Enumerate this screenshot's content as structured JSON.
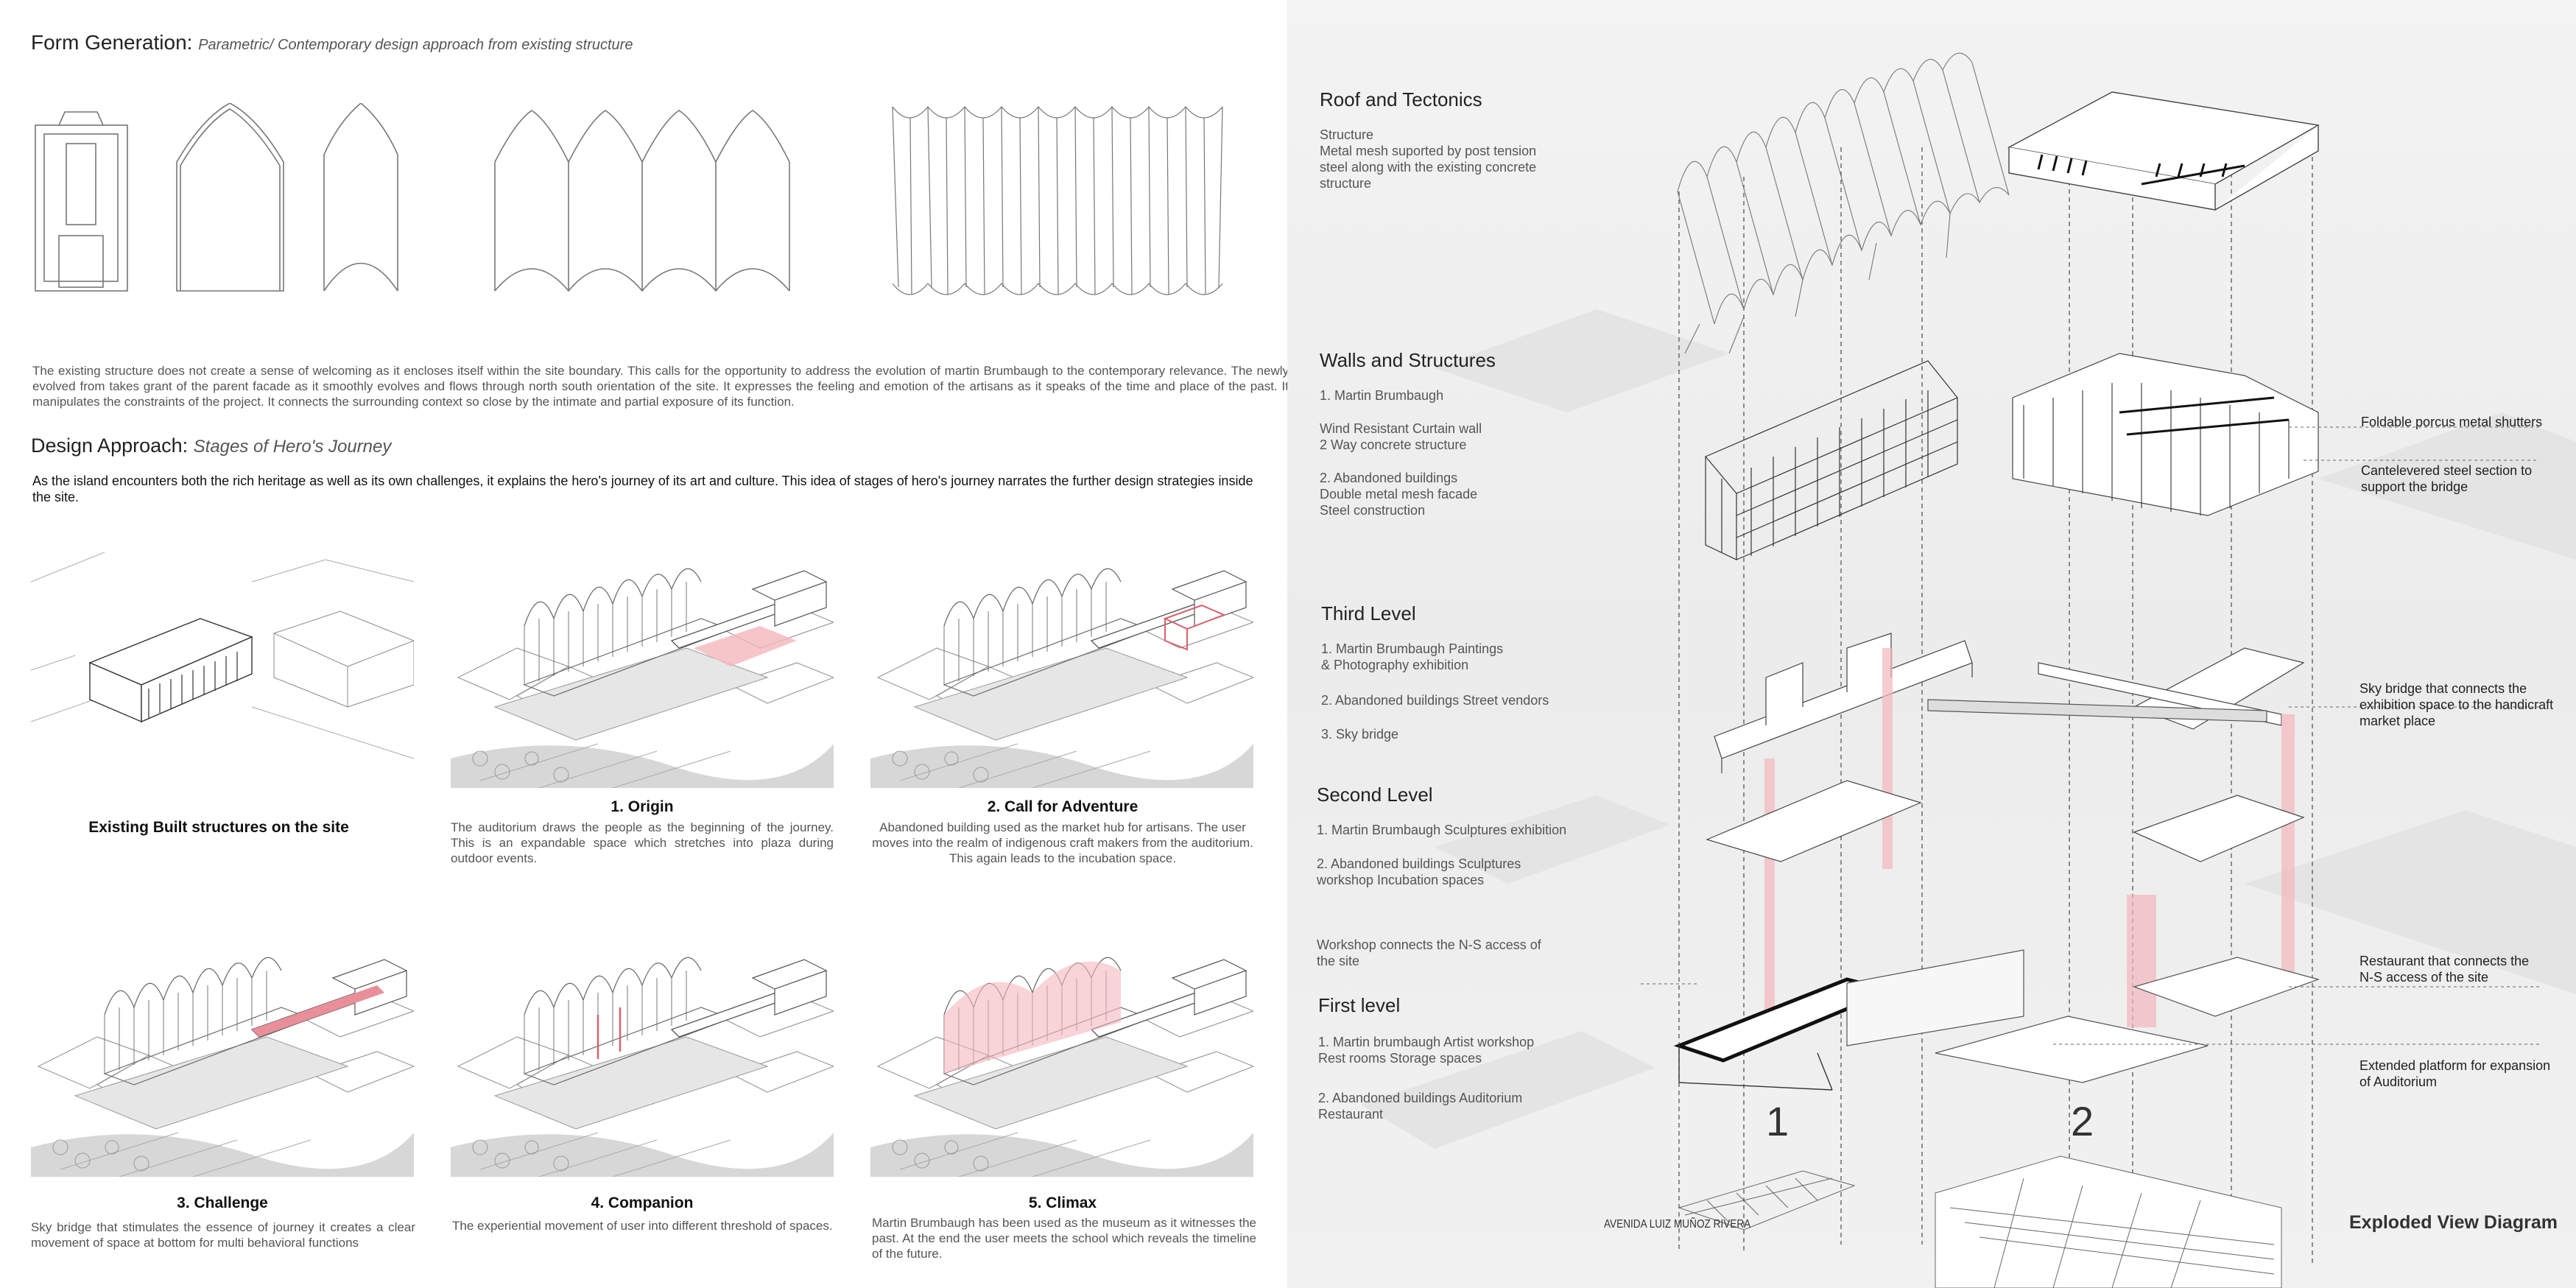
{
  "header": {
    "title": "Form Generation:",
    "subtitle": "Parametric/ Contemporary design approach from existing structure"
  },
  "intro_paragraph": "The existing structure does not create a sense of welcoming as it encloses itself within the site boundary. This calls for the opportunity to address the evolution of martin Brumbaugh to the contemporary relevance. The newly evolved from takes grant of the parent facade as it smoothly evolves and flows through north south orientation of the site. It expresses the feeling and emotion of the artisans as it speaks of the time and place of the past. It manipulates the constraints of the project. It connects the surrounding context so close by the intimate and partial exposure of its function.",
  "design_approach": {
    "title": "Design Approach:",
    "subtitle": "Stages of Hero's Journey",
    "text": "As the island encounters both the rich heritage as well as its own challenges, it explains the hero's journey of its art and culture. This idea of stages of hero's journey narrates the further design strategies inside the site."
  },
  "stages": [
    {
      "title": "Existing Built structures on the site",
      "desc": ""
    },
    {
      "title": "1. Origin",
      "desc": "The auditorium draws the people as the beginning of the journey. This is an expandable space which stretches into plaza during outdoor events."
    },
    {
      "title": "2. Call for Adventure",
      "desc": "Abandoned building used as the market hub for artisans. The user moves into the realm of indigenous craft makers from the auditorium. This again leads to the incubation space."
    },
    {
      "title": "3. Challenge",
      "desc": "Sky bridge that stimulates the essence of journey it creates a clear movement of space at bottom  for multi behavioral functions"
    },
    {
      "title": "4. Companion",
      "desc": "The experiential movement of user into different threshold of spaces."
    },
    {
      "title": "5. Climax",
      "desc": "Martin Brumbaugh has been used as the museum as it witnesses the past. At the end the user meets the school which reveals the timeline of the future."
    }
  ],
  "exploded": {
    "title": "Exploded View Diagram",
    "street_label": "AVENIDA LUIZ MUÑOZ RIVERA",
    "block1": "1",
    "block2": "2",
    "levels": [
      {
        "title": "Roof and Tectonics",
        "items": [
          "Structure\nMetal mesh suported by post tension steel along with the existing concrete structure"
        ]
      },
      {
        "title": "Walls and Structures",
        "items": [
          "1. Martin Brumbaugh",
          "Wind Resistant Curtain wall\n2 Way concrete structure",
          "2. Abandoned buildings\nDouble metal mesh facade\nSteel construction"
        ]
      },
      {
        "title": "Third Level",
        "items": [
          "1. Martin Brumbaugh Paintings\n& Photography exhibition",
          "2. Abandoned buildings Street vendors",
          "3. Sky bridge"
        ]
      },
      {
        "title": "Second Level",
        "items": [
          "1. Martin Brumbaugh Sculptures exhibition",
          "2. Abandoned buildings Sculptures\nworkshop Incubation spaces"
        ]
      },
      {
        "title": "First level",
        "items": [
          "1. Martin brumbaugh Artist workshop\nRest rooms Storage spaces",
          "2. Abandoned buildings Auditorium\nRestaurant"
        ]
      }
    ],
    "workshop_note": "Workshop connects the N-S access of\nthe site",
    "annotations": [
      "Foldable porcus metal shutters",
      "Cantelevered steel section to\nsupport the bridge",
      "Sky bridge that connects the\nexhibition space to the handicraft\nmarket place",
      "Restaurant that connects the\nN-S access of the site",
      "Extended platform for expansion\nof Auditorium"
    ]
  },
  "colors": {
    "accent_pink": "#f4b6bd",
    "bridge_pink": "#e88f9a",
    "panel_grey": "#eeeeee"
  }
}
